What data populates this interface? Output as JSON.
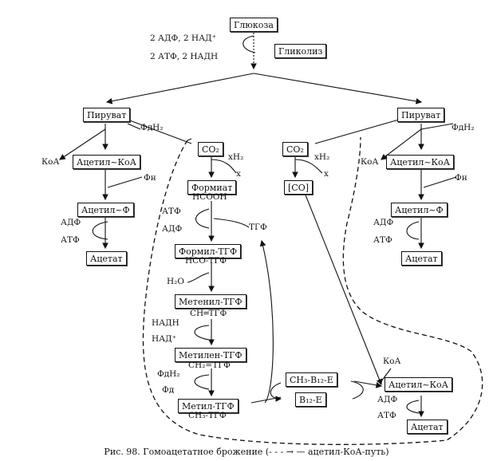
{
  "nodes": {
    "glucose": "Глюкоза",
    "glycolysis": "Гликолиз",
    "pyruvate_left": "Пируват",
    "pyruvate_right": "Пируват",
    "acetyl_coa_left": "Ацетил~КоА",
    "acetyl_coa_right": "Ацетил~КоА",
    "acetyl_p_left": "Ацетил~Ф",
    "acetyl_p_right": "Ацетил~Ф",
    "acetate_left": "Ацетат",
    "acetate_right": "Ацетат",
    "acetate_bottom": "Ацетат",
    "co2_a": "CO₂",
    "co2_b": "CO₂",
    "formate": "Формиат",
    "co": "[CO]",
    "formyl_thf": "Формил-ТГФ",
    "methenyl_thf": "Метенил-ТГФ",
    "methylene_thf": "Метилен-ТГФ",
    "methyl_thf": "Метил-ТГФ",
    "ch3_b12_e": "CH₃-B₁₂-E",
    "b12_e": "B₁₂-E",
    "acetyl_coa_bottom": "Ацетил~КоА"
  },
  "labels": {
    "adp_nad_top": "2 АДФ, 2 НАД⁺",
    "atp_nadh_top": "2 АТФ, 2 НАДН",
    "fdh2_left": "ФдН₂",
    "fdh2_right": "ФдН₂",
    "coa_left": "КоА",
    "coa_right": "КоА",
    "pn_left": "Фн",
    "pn_right": "Фн",
    "adp_left": "АДФ",
    "atp_left": "АТФ",
    "adp_right": "АДФ",
    "atp_right": "АТФ",
    "xh2_a": "xH₂",
    "xh2_b": "xH₂",
    "x_a": "x",
    "x_b": "x",
    "hcooh": "НСООН",
    "atp_mid": "АТФ",
    "adp_mid": "АДФ",
    "thf": "ТГФ",
    "hco_thf": "НСО-ТГФ",
    "h2o": "H₂O",
    "ch_thf": "CH═ТГФ",
    "nadh": "НАДН",
    "nad": "НАД⁺",
    "ch2_thf": "CH₂=ТГФ",
    "fdh2_mid": "ФдН₂",
    "fd": "Фд",
    "ch3_thf": "CH₃-ТГФ",
    "coa_bottom": "КоА",
    "adp_bottom": "АДФ",
    "atp_bottom": "АТФ"
  },
  "caption": "Рис. 98. Гомоацетатное брожение (- - - → — ацетил-КоА-путь)"
}
